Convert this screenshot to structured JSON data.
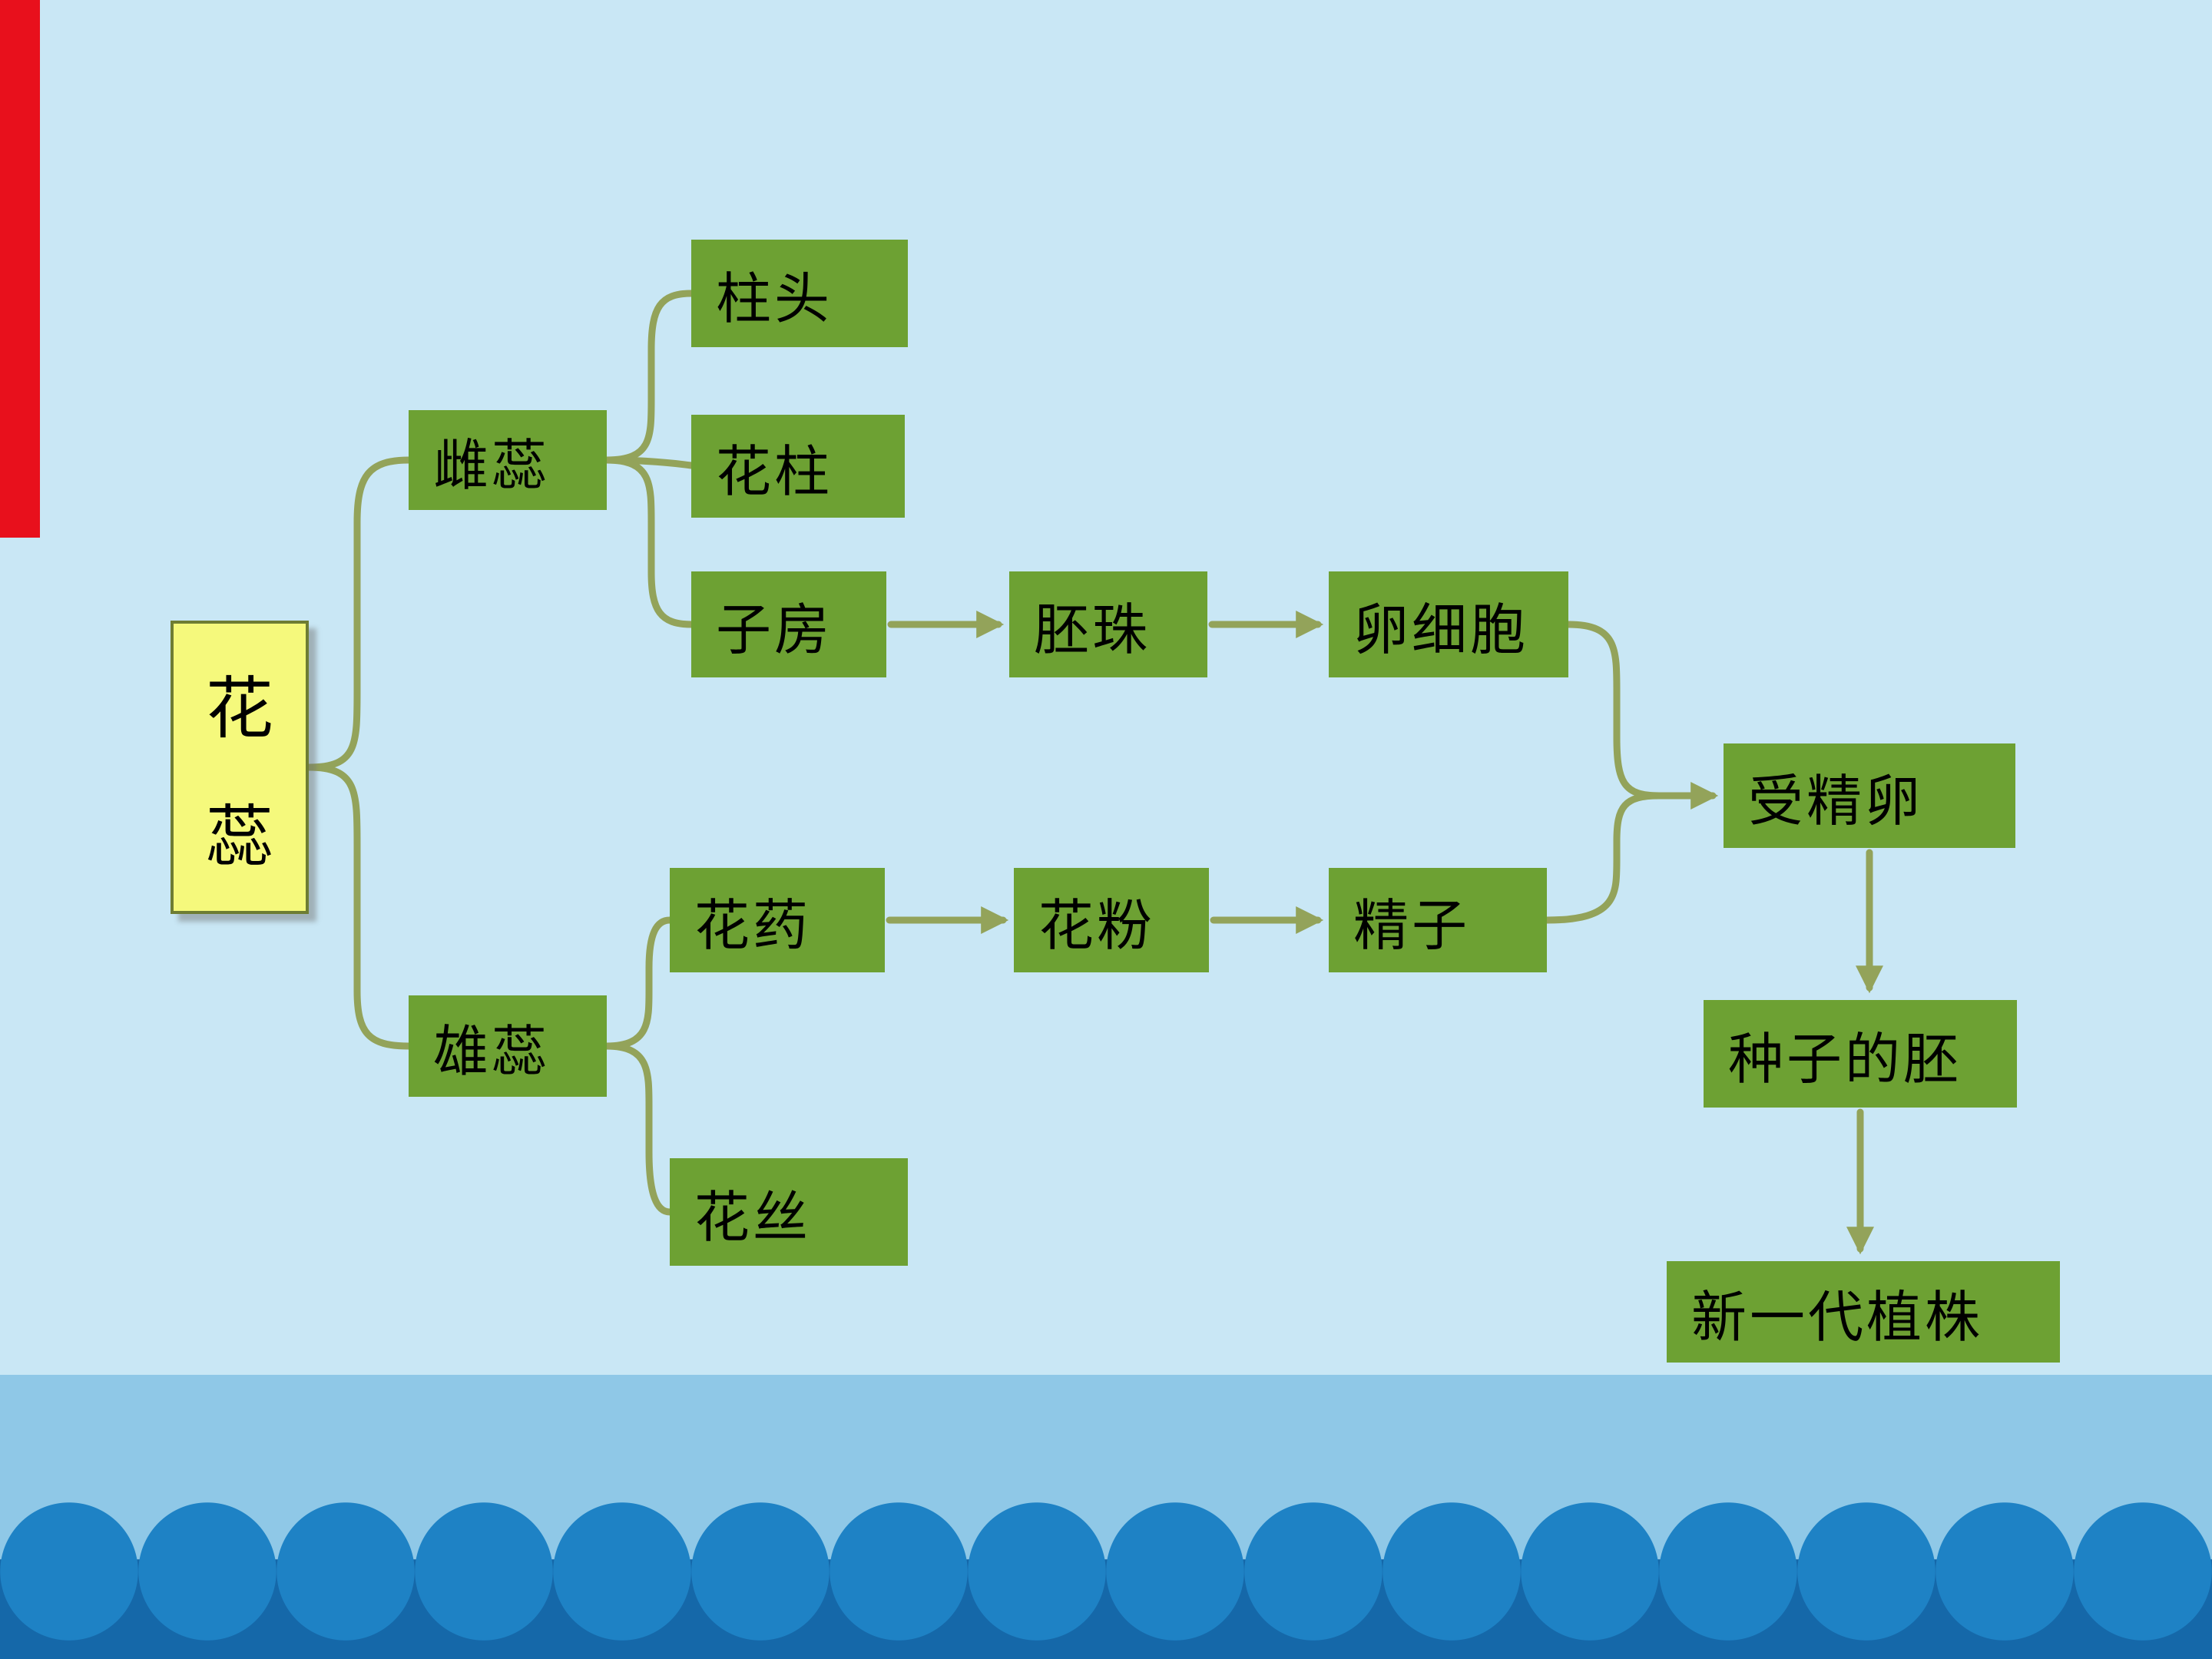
{
  "colors": {
    "background": "#c9e7f5",
    "node_green": "#6da133",
    "root_yellow": "#f5f97c",
    "root_border": "#6e7d33",
    "connector_olive": "#93a35a",
    "wave_front_blue": "#1e82c5",
    "wave_back_blue": "#1568a9",
    "band_blue": "#8fc8e7",
    "accent_red": "#e8101c"
  },
  "root": {
    "line1": "花",
    "line2": "蕊"
  },
  "nodes": {
    "pistil": "雌蕊",
    "stigma": "柱头",
    "style": "花柱",
    "ovary": "子房",
    "ovule": "胚珠",
    "egg_cell": "卵细胞",
    "stamen": "雄蕊",
    "anther": "花药",
    "pollen": "花粉",
    "sperm": "精子",
    "filament": "花丝",
    "zygote": "受精卵",
    "seed_embryo": "种子的胚",
    "new_plant": "新一代植株"
  }
}
